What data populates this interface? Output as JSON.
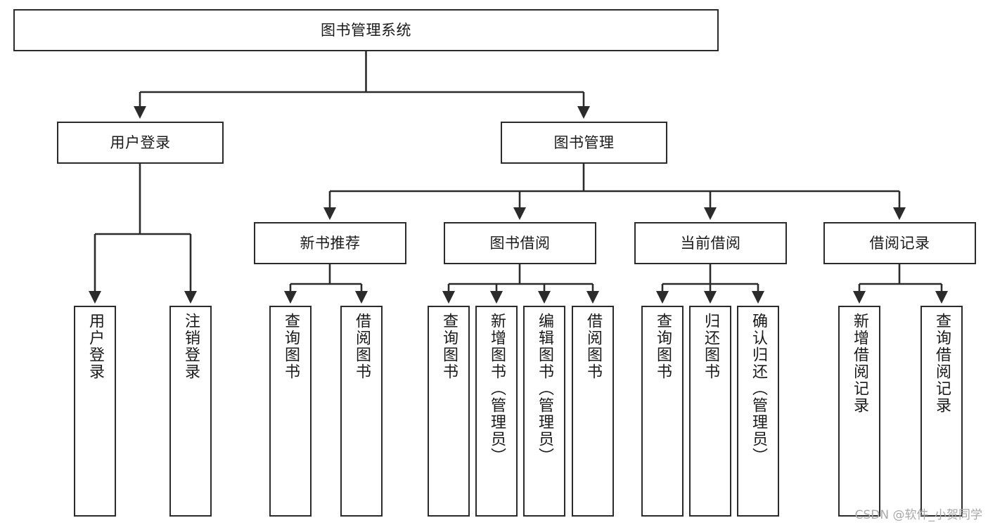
{
  "diagram": {
    "title": "图书管理系统",
    "watermark": "CSDN @软件_小贺同学",
    "line_color": "#2b2b2b",
    "box_fill": "#ffffff",
    "text_color": "#1a1a1a",
    "watermark_color": "#a9a9a9"
  },
  "nodes": {
    "root": {
      "label": "图书管理系统"
    },
    "level2": [
      {
        "label": "用户登录"
      },
      {
        "label": "图书管理"
      }
    ],
    "level3": [
      {
        "label": "新书推荐"
      },
      {
        "label": "图书借阅"
      },
      {
        "label": "当前借阅"
      },
      {
        "label": "借阅记录"
      }
    ],
    "leaves_user_login": [
      {
        "label": "用户登录"
      },
      {
        "label": "注销登录"
      }
    ],
    "leaves_new_book": [
      {
        "label": "查询图书"
      },
      {
        "label": "借阅图书"
      }
    ],
    "leaves_borrow": [
      {
        "label": "查询图书"
      },
      {
        "label": "新增图书（管理员）"
      },
      {
        "label": "编辑图书（管理员）"
      },
      {
        "label": "借阅图书"
      }
    ],
    "leaves_current": [
      {
        "label": "查询图书"
      },
      {
        "label": "归还图书"
      },
      {
        "label": "确认归还（管理员）"
      }
    ],
    "leaves_record": [
      {
        "label": "新增借阅记录"
      },
      {
        "label": "查询借阅记录"
      }
    ]
  },
  "chart_data": {
    "type": "tree-diagram",
    "title": "图书管理系统",
    "orientation": "top-down",
    "levels": 4,
    "tree": {
      "name": "图书管理系统",
      "children": [
        {
          "name": "用户登录",
          "children": [
            {
              "name": "用户登录"
            },
            {
              "name": "注销登录"
            }
          ]
        },
        {
          "name": "图书管理",
          "children": [
            {
              "name": "新书推荐",
              "children": [
                {
                  "name": "查询图书"
                },
                {
                  "name": "借阅图书"
                }
              ]
            },
            {
              "name": "图书借阅",
              "children": [
                {
                  "name": "查询图书"
                },
                {
                  "name": "新增图书（管理员）"
                },
                {
                  "name": "编辑图书（管理员）"
                },
                {
                  "name": "借阅图书"
                }
              ]
            },
            {
              "name": "当前借阅",
              "children": [
                {
                  "name": "查询图书"
                },
                {
                  "name": "归还图书"
                },
                {
                  "name": "确认归还（管理员）"
                }
              ]
            },
            {
              "name": "借阅记录",
              "children": [
                {
                  "name": "新增借阅记录"
                },
                {
                  "name": "查询借阅记录"
                }
              ]
            }
          ]
        }
      ]
    }
  }
}
